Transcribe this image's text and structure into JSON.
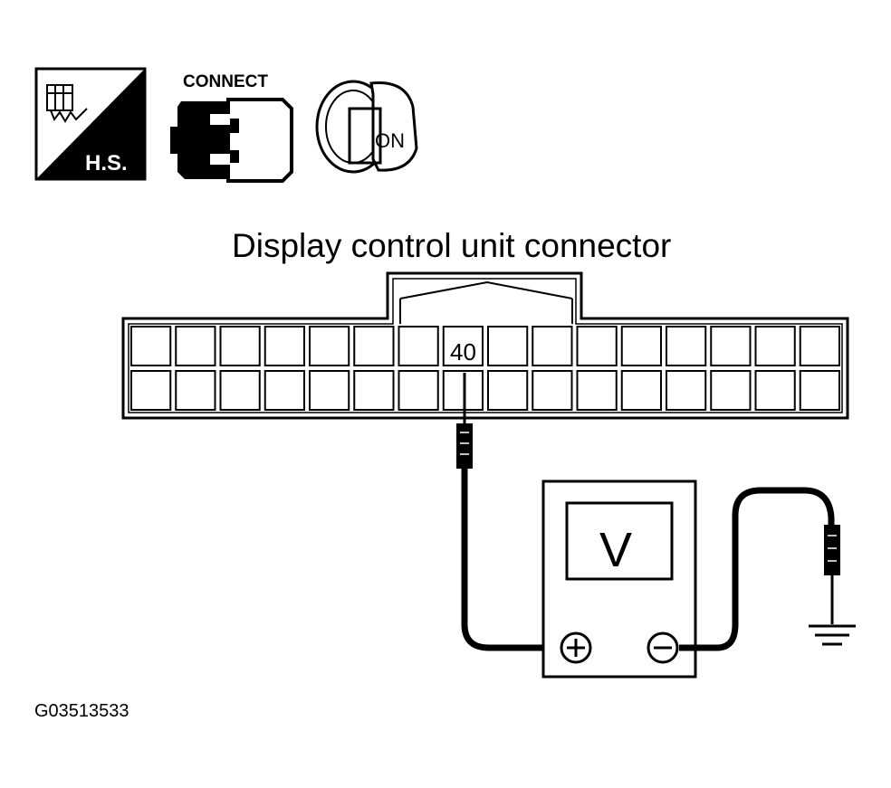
{
  "icons": {
    "harness_badge": "H.S.",
    "connect_label": "CONNECT",
    "ignition_label": "ON"
  },
  "connector": {
    "title": "Display control unit connector",
    "pin_label": "40"
  },
  "meter": {
    "unit": "V",
    "positive": "+",
    "negative": "−"
  },
  "figure_id": "G03513533",
  "colors": {
    "ink": "#000000",
    "paper": "#ffffff"
  }
}
